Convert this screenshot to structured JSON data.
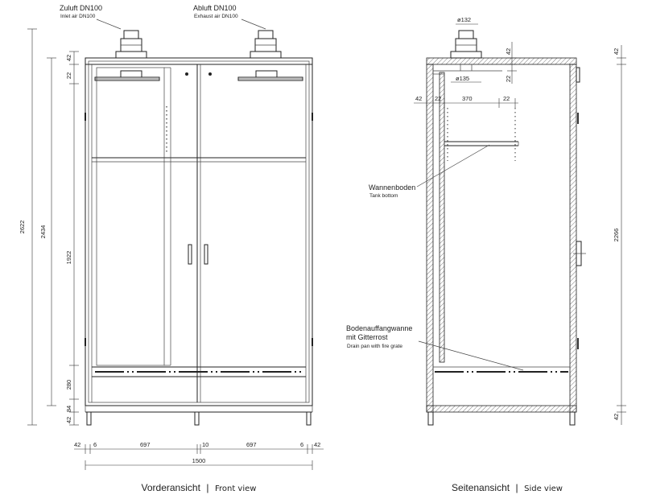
{
  "front": {
    "supply_air": "Zuluft DN100",
    "supply_air_en": "Inlet air DN100",
    "exhaust_air": "Abluft DN100",
    "exhaust_air_en": "Exhaust air DN100",
    "dims_vertical": {
      "total": "2622",
      "body": "2434",
      "top": "42",
      "upper": "22",
      "main": "1922",
      "tank": "280",
      "base1": "84",
      "base2": "42"
    },
    "dims_horizontal": {
      "left_outer": "42",
      "left_inner": "6",
      "door_left": "697",
      "gap": "10",
      "door_right": "697",
      "right_inner": "6",
      "right_outer": "42",
      "total": "1500"
    },
    "title_de": "Vorderansicht",
    "separator": "|",
    "title_en": "Front view"
  },
  "side": {
    "diam_outer": "ø132",
    "diam_inner": "ø135",
    "dims": {
      "top": "42",
      "upper": "22",
      "left_outer": "42",
      "left_inner": "22",
      "shelf": "370",
      "right_inner": "22",
      "height": "2266",
      "top_right": "42",
      "bottom_right": "42"
    },
    "tank_bottom": "Wannenboden",
    "tank_bottom_en": "Tank bottom",
    "drain_pan": "Bodenauffangwanne",
    "drain_pan2": "mit Gitterrost",
    "drain_pan_en": "Drain pan with fire grate",
    "title_de": "Seitenansicht",
    "separator": "|",
    "title_en": "Side view"
  }
}
